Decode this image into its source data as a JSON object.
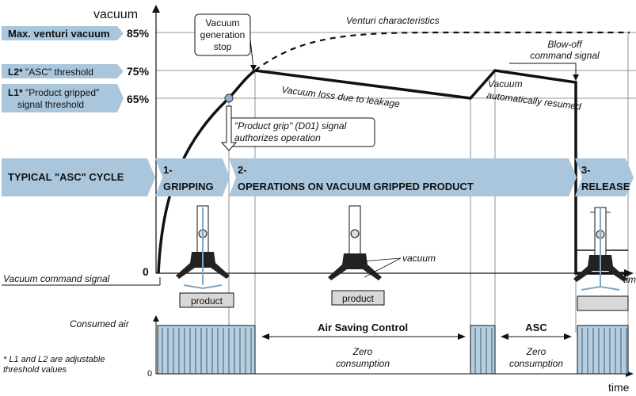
{
  "axes": {
    "vacuum_label": "vacuum",
    "zero_label": "0",
    "time_label_upper": "time",
    "time_label_lower": "time",
    "consumed_air_label": "Consumed air",
    "consumed_zero_label": "0"
  },
  "levels": {
    "max": {
      "tag": "Max. venturi vacuum",
      "value": "85%"
    },
    "l2": {
      "tag_bold": "L2*",
      "tag_rest": " \"ASC\" threshold",
      "value": "75%"
    },
    "l1": {
      "tag_bold": "L1*",
      "tag_line1": " \"Product gripped\"",
      "tag_line2": "signal threshold",
      "value": "65%"
    }
  },
  "annotations": {
    "venturi": "Venturi characteristics",
    "vacuum_stop_1": "Vacuum",
    "vacuum_stop_2": "generation",
    "vacuum_stop_3": "stop",
    "blow_off_1": "Blow-off",
    "blow_off_2": "command signal",
    "leakage": "Vacuum loss due to leakage",
    "resumed_1": "Vacuum",
    "resumed_2": "automatically resumed",
    "product_grip_1": "\"Product grip\" (D01) signal",
    "product_grip_2": "authorizes operation",
    "vacuum_cmd": "Vacuum command signal",
    "vacuum_callout": "vacuum",
    "asc_long": "Air Saving Control",
    "asc_short": "ASC",
    "zero_cons_1": "Zero",
    "zero_cons_2": "consumption",
    "footnote_1": "* L1 and L2 are adjustable",
    "footnote_2": "threshold values"
  },
  "cycle": {
    "title": "TYPICAL \"ASC\" CYCLE",
    "step1_num": "1-",
    "step1_label": "GRIPPING",
    "step2_num": "2-",
    "step2_label": "OPERATIONS ON VACUUM GRIPPED PRODUCT",
    "step3_num": "3-",
    "step3_label": "RELEASE"
  },
  "product_label": "product",
  "colors": {
    "band": "#a9c6dc",
    "band_dark": "#7fa6c4",
    "tag_fill": "#a9c6dc",
    "air_fill": "#b4cfe2",
    "point": "#8fb3cf"
  }
}
